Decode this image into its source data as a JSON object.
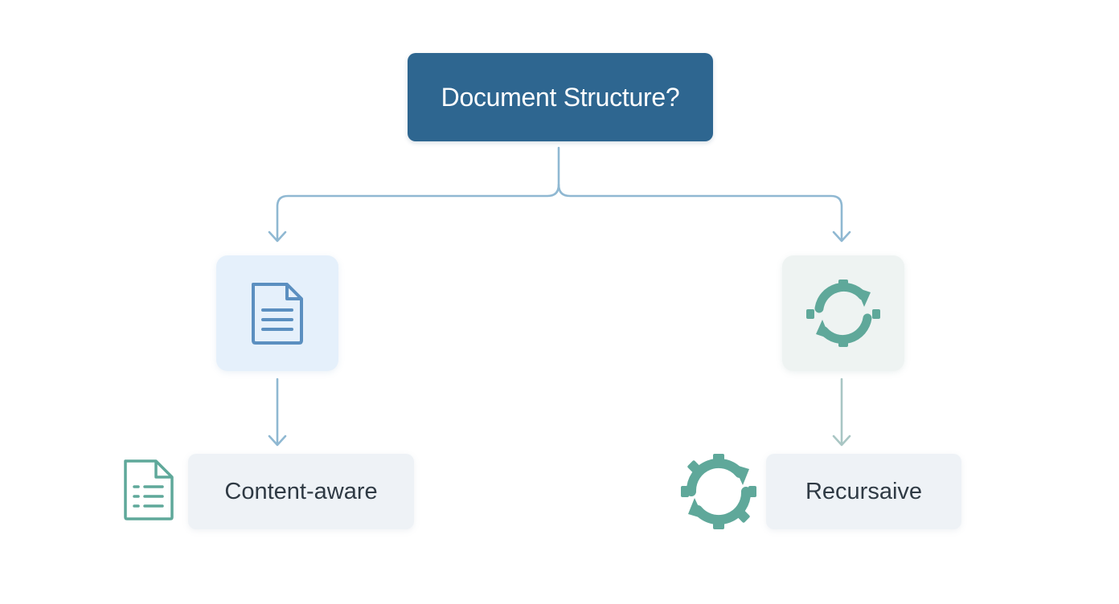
{
  "root": {
    "label": "Document Structure?",
    "color": "#2e6690"
  },
  "branches": [
    {
      "icon": "document-icon",
      "label": "Content-aware",
      "accent": "#5b8fc0",
      "tile_color": "#e5f0fb"
    },
    {
      "icon": "recycle-gear-icon",
      "label": "Recursaive",
      "accent": "#5fa89a",
      "tile_color": "#eef3f2"
    }
  ],
  "connector_color": "#8fb8d2"
}
